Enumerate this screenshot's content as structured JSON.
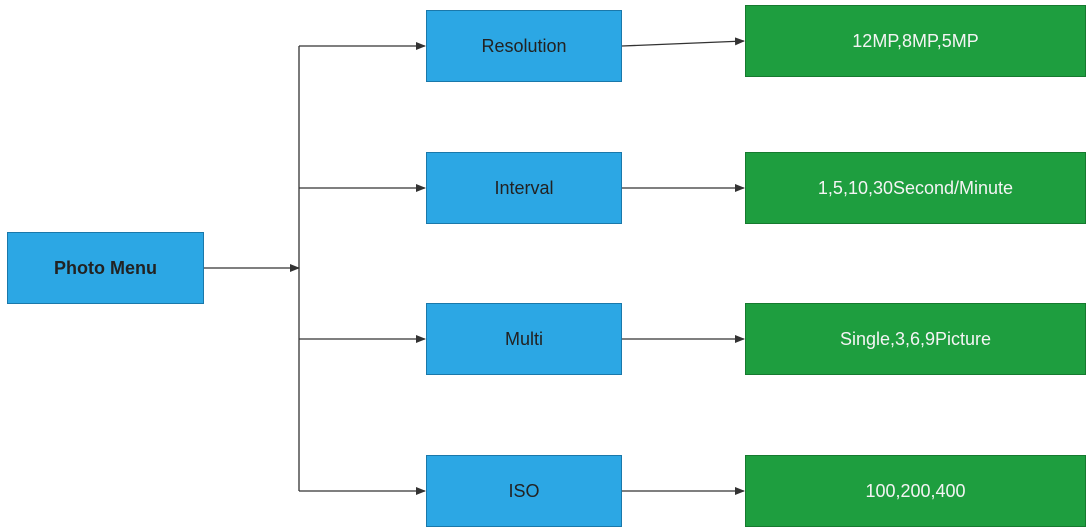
{
  "root": {
    "label": "Photo Menu"
  },
  "menus": [
    {
      "label": "Resolution",
      "options": "12MP,8MP,5MP"
    },
    {
      "label": "Interval",
      "options": "1,5,10,30Second/Minute"
    },
    {
      "label": "Multi",
      "options": "Single,3,6,9Picture"
    },
    {
      "label": "ISO",
      "options": "100,200,400"
    }
  ],
  "colors": {
    "menu_fill": "#2ca7e4",
    "option_fill": "#1e9e3f",
    "connector": "#333333"
  }
}
